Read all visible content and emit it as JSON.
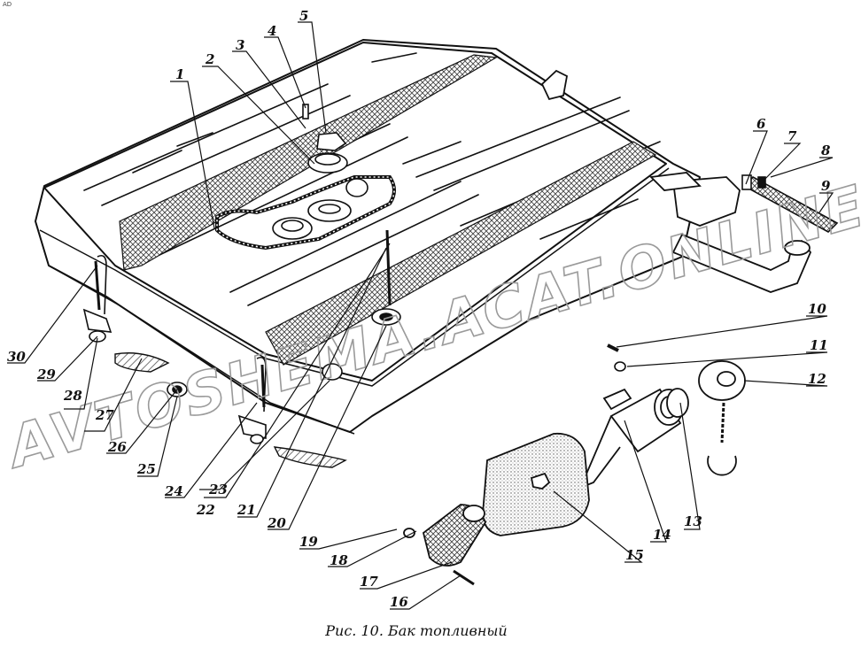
{
  "corner_mark": "AD",
  "caption": "Рис. 10. Бак топливный",
  "watermark": "AVTOSHEMA.ACAT.ONLINE",
  "colors": {
    "ink": "#111111",
    "paper": "#ffffff",
    "watermark": "#9a9a9a",
    "seal_hatch": "#6a6a6a"
  },
  "part_numbers": [
    "1",
    "2",
    "3",
    "4",
    "5",
    "6",
    "7",
    "8",
    "9",
    "10",
    "11",
    "12",
    "13",
    "14",
    "15",
    "16",
    "17",
    "18",
    "19",
    "20",
    "21",
    "22",
    "23",
    "24",
    "25",
    "26",
    "27",
    "28",
    "29",
    "30"
  ]
}
